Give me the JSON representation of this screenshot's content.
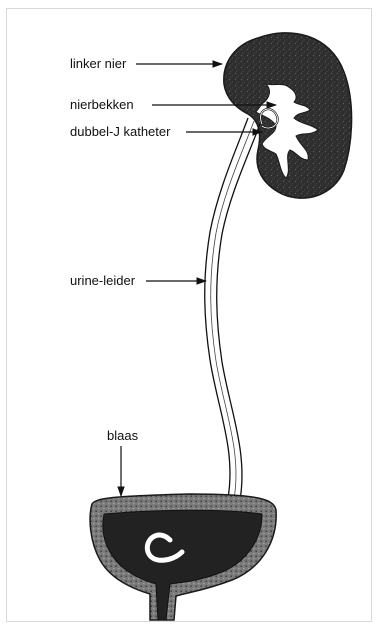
{
  "labels": {
    "kidney": "linker nier",
    "pelvis": "nierbekken",
    "catheter": "dubbel-J katheter",
    "ureter": "urine-leider",
    "bladder": "blaas"
  },
  "colors": {
    "tissue": "#2b2b2b",
    "line": "#111111",
    "background": "#ffffff"
  }
}
